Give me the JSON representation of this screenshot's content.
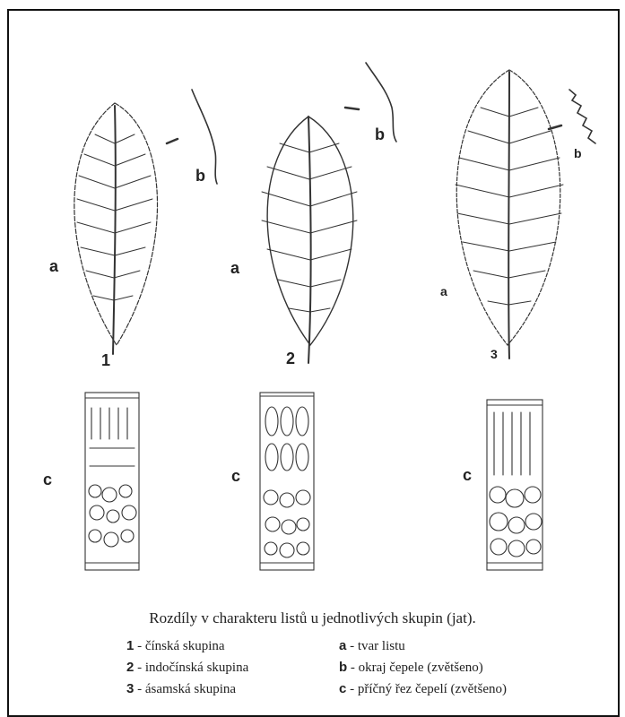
{
  "labels": {
    "shape": "a",
    "edge": "b",
    "section": "c",
    "group1": "1",
    "group2": "2",
    "group3": "3"
  },
  "caption": "Rozdíly v charakteru listů u jednotlivých skupin (jat).",
  "legend_left": [
    {
      "key": "1",
      "text": " - čínská skupina"
    },
    {
      "key": "2",
      "text": " - indočínská skupina"
    },
    {
      "key": "3",
      "text": " - ásamská skupina"
    }
  ],
  "legend_right": [
    {
      "key": "a",
      "text": " - tvar listu"
    },
    {
      "key": "b",
      "text": " - okraj čepele (zvětšeno)"
    },
    {
      "key": "c",
      "text": " - příčný řez čepelí (zvětšeno)"
    }
  ]
}
